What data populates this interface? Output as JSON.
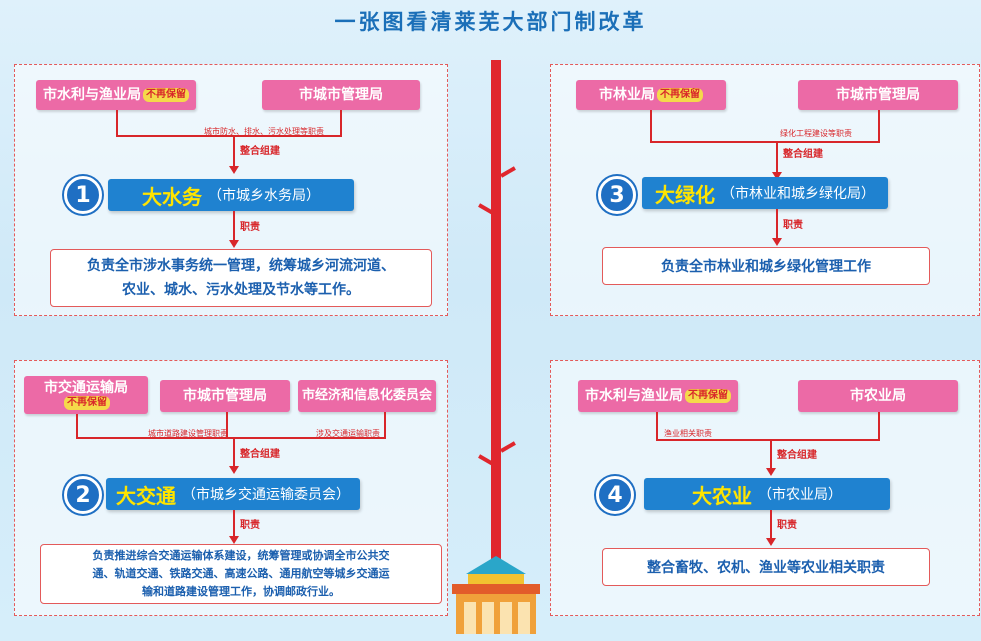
{
  "title": "一张图看清莱芜大部门制改革",
  "quadrants": {
    "q1": {
      "source_a": "市水利与渔业局",
      "source_a_tag": "不再保留",
      "source_b": "市城市管理局",
      "note": "城市防水、排水、污水处理等职责",
      "merge": "整合组建",
      "number": "1",
      "name": "大水务",
      "agency": "（市城乡水务局）",
      "duty_label": "职责",
      "duty_line1": "负责全市涉水事务统一管理，统筹城乡河流河道、",
      "duty_line2": "农业、城水、污水处理及节水等工作。"
    },
    "q2": {
      "source_a": "市交通运输局",
      "source_a_tag": "不再保留",
      "source_b": "市城市管理局",
      "source_c": "市经济和信息化委员会",
      "note_b": "城市道路建设管理职责",
      "note_c": "涉及交通运输职责",
      "merge": "整合组建",
      "number": "2",
      "name": "大交通",
      "agency": "（市城乡交通运输委员会）",
      "duty_label": "职责",
      "duty_line1": "负责推进综合交通运输体系建设，统筹管理或协调全市公共交",
      "duty_line2": "通、轨道交通、铁路交通、高速公路、通用航空等城乡交通运",
      "duty_line3": "输和道路建设管理工作，协调邮政行业。"
    },
    "q3": {
      "source_a": "市林业局",
      "source_a_tag": "不再保留",
      "source_b": "市城市管理局",
      "note": "绿化工程建设等职责",
      "merge": "整合组建",
      "number": "3",
      "name": "大绿化",
      "agency": "（市林业和城乡绿化局）",
      "duty_label": "职责",
      "duty_line1": "负责全市林业和城乡绿化管理工作"
    },
    "q4": {
      "source_a": "市水利与渔业局",
      "source_a_tag": "不再保留",
      "source_b": "市农业局",
      "note": "渔业相关职责",
      "merge": "整合组建",
      "number": "4",
      "name": "大农业",
      "agency": "（市农业局）",
      "duty_label": "职责",
      "duty_line1": "整合畜牧、农机、渔业等农业相关职责"
    }
  },
  "colors": {
    "pink": "#ec6aa6",
    "blue_bar": "#1f82d0",
    "red_line": "#d8262a",
    "highlight": "#ffe400"
  }
}
